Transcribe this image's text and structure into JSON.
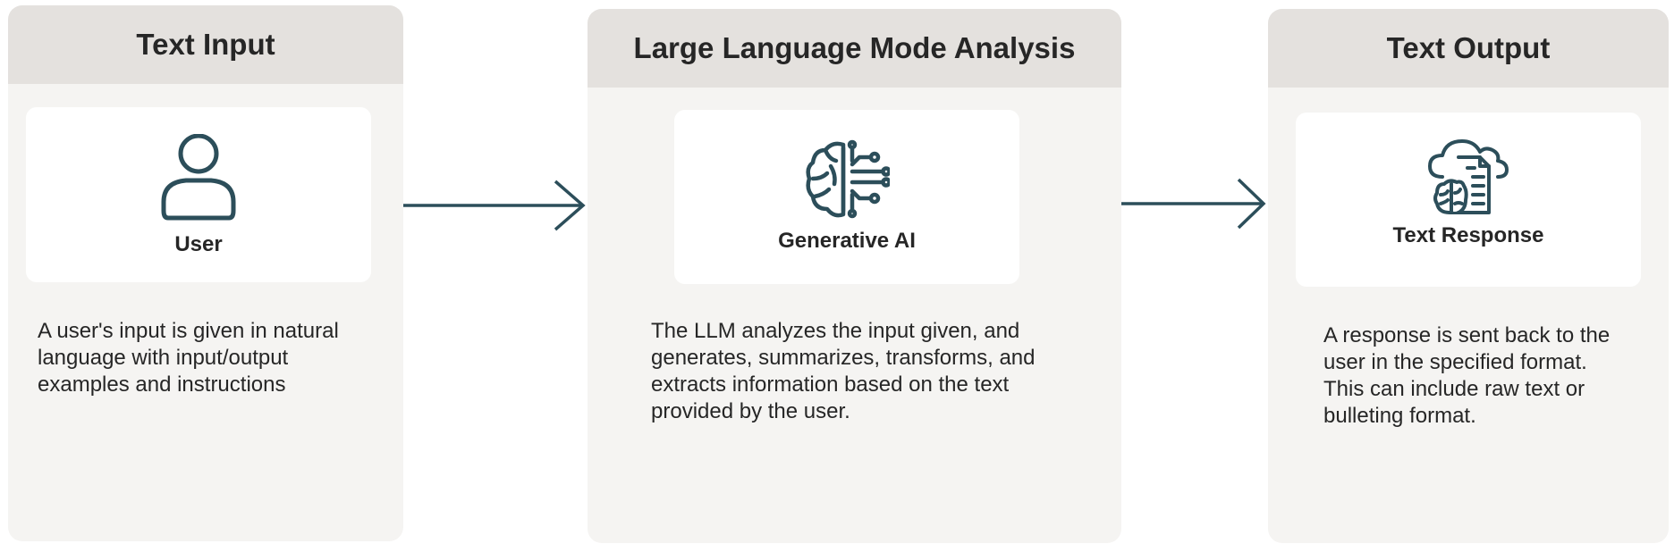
{
  "panels": [
    {
      "title": "Text Input",
      "card_label": "User",
      "icon": "user-icon",
      "description": "A user's input is given in natural\nlanguage with input/output\nexamples and instructions"
    },
    {
      "title": "Large Language Mode Analysis",
      "card_label": "Generative AI",
      "icon": "ai-brain-icon",
      "description": "The LLM analyzes the input given, and\ngenerates, summarizes, transforms, and\nextracts information based on the text\nprovided by the user."
    },
    {
      "title": "Text Output",
      "card_label": "Text Response",
      "icon": "cloud-document-icon",
      "description": "A response is sent back to the\nuser in the specified format.\nThis can include raw text or\nbulleting format."
    }
  ],
  "colors": {
    "panel_bg": "#f5f4f2",
    "header_bg": "#e4e1de",
    "icon_stroke": "#2c4e5a",
    "arrow": "#2c4e5a"
  }
}
